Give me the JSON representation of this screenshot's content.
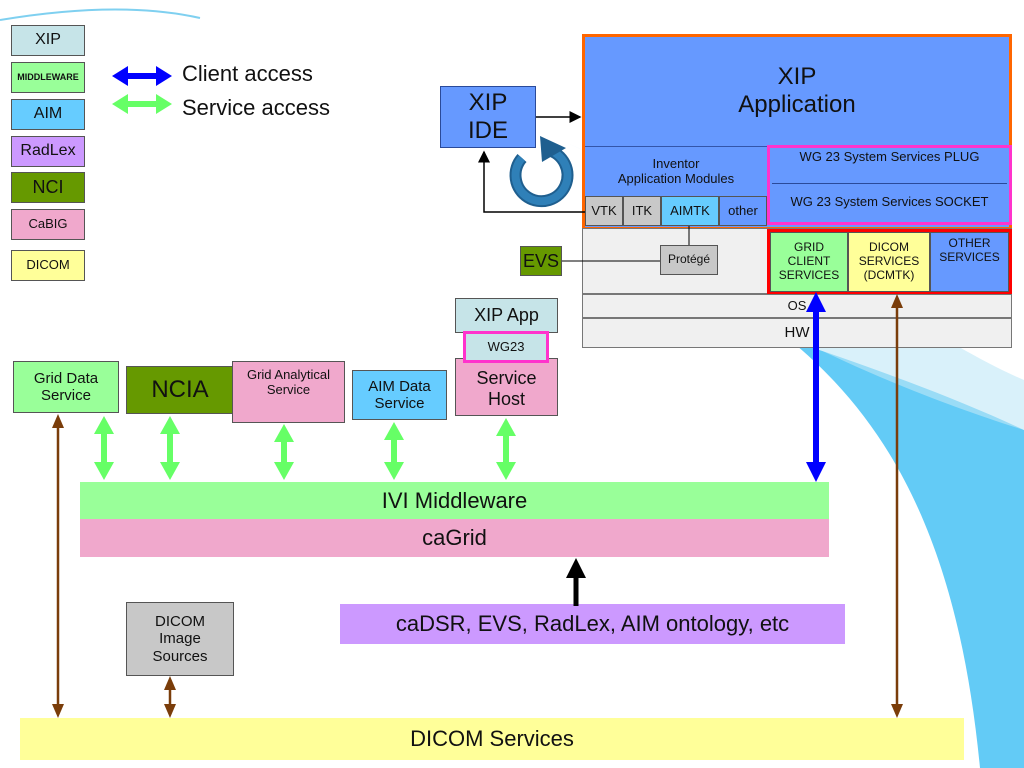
{
  "legend": {
    "swatches": [
      "XIP",
      "MIDDLEWARE",
      "AIM",
      "RadLex",
      "NCI",
      "CaBIG",
      "DICOM"
    ],
    "client_access": "Client access",
    "service_access": "Service access"
  },
  "xip_ide": "XIP\nIDE",
  "xip_application": "XIP\nApplication",
  "inventor_modules": "Inventor\nApplication Modules",
  "toolkits": [
    "VTK",
    "ITK",
    "AIMTK",
    "other"
  ],
  "wg23_plug": "WG 23 System Services PLUG",
  "wg23_socket": "WG 23 System Services SOCKET",
  "services": {
    "grid_client": "GRID\nCLIENT\nSERVICES",
    "dicom": "DICOM\nSERVICES\n(DCMTK)",
    "other": "OTHER\nSERVICES"
  },
  "os": "OS",
  "hw": "HW",
  "evs": "EVS",
  "protege": "Protégé",
  "xip_app": "XIP App",
  "wg23": "WG23",
  "service_host": "Service\nHost",
  "grid_data_service": "Grid Data\nService",
  "ncia": "NCIA",
  "grid_analytical_service": "Grid Analytical\nService",
  "aim_data_service": "AIM Data\nService",
  "ivi_middleware": "IVI Middleware",
  "cagrid": "caGrid",
  "cadsr": "caDSR, EVS, RadLex, AIM ontology,  etc",
  "dicom_image_sources": "DICOM\nImage\nSources",
  "dicom_services": "DICOM Services",
  "colors": {
    "xip": "#c6e4e8",
    "middleware": "#99ff99",
    "aim": "#66ccff",
    "radlex": "#cc99ff",
    "nci": "#669900",
    "cabig": "#f0a8cc",
    "dicom": "#ffff99",
    "app_blue": "#6699ff",
    "orange": "#ff6600",
    "magenta": "#ff33cc",
    "red": "#ff0000",
    "client_arrow": "#0000ff",
    "service_arrow": "#66ff66",
    "brown_arrow": "#7a3d0a"
  }
}
